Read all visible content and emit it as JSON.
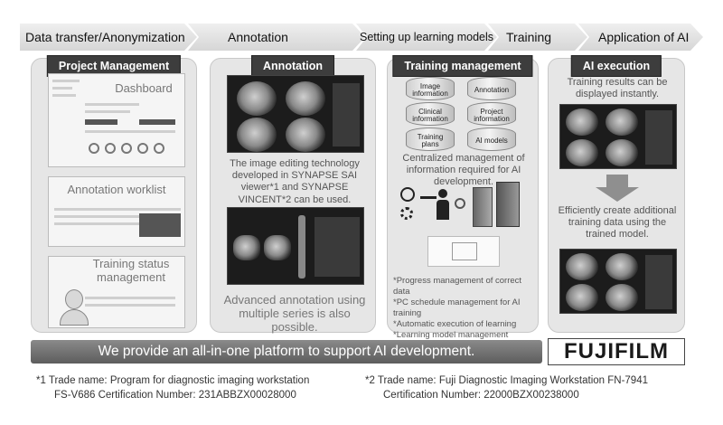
{
  "flow": [
    {
      "label": "Data transfer/Anonymization"
    },
    {
      "label": "Annotation"
    },
    {
      "label": "Setting up learning models"
    },
    {
      "label": "Training"
    },
    {
      "label": "Application of AI"
    }
  ],
  "panels": {
    "project": {
      "title": "Project Management",
      "dashboard_label": "Dashboard",
      "worklist_label": "Annotation worklist",
      "status_label": "Training status management"
    },
    "annotation": {
      "title": "Annotation",
      "description": "The image editing technology developed in SYNAPSE SAI viewer*1 and SYNAPSE VINCENT*2 can be used.",
      "advanced": "Advanced annotation using multiple series is also possible."
    },
    "training": {
      "title": "Training management",
      "items": [
        "Image information",
        "Annotation",
        "Clinical information",
        "Project information",
        "Training plans",
        "AI models"
      ],
      "centralized": "Centralized management of information required for AI development.",
      "notes": [
        "*Progress management of correct data",
        "*PC schedule management for AI training",
        "*Automatic execution of learning",
        "*Learning model management"
      ]
    },
    "ai": {
      "title": "AI execution",
      "instant": "Training results can be displayed instantly.",
      "efficient": "Efficiently create additional training data using the trained model."
    }
  },
  "banner": "We provide an all-in-one platform to support AI development.",
  "logo": "FUJIFILM",
  "footnotes": {
    "fn1_line1": "*1  Trade name: Program for diagnostic imaging workstation",
    "fn1_line2": "FS-V686 Certification Number: 231ABBZX00028000",
    "fn2_line1": "*2  Trade name: Fuji Diagnostic Imaging Workstation FN-7941",
    "fn2_line2": "Certification Number: 22000BZX00238000"
  },
  "colors": {
    "panel_bg": "#e6e6e6",
    "title_bg": "#3d3d3d",
    "banner_bg": "#6e6e6e"
  }
}
